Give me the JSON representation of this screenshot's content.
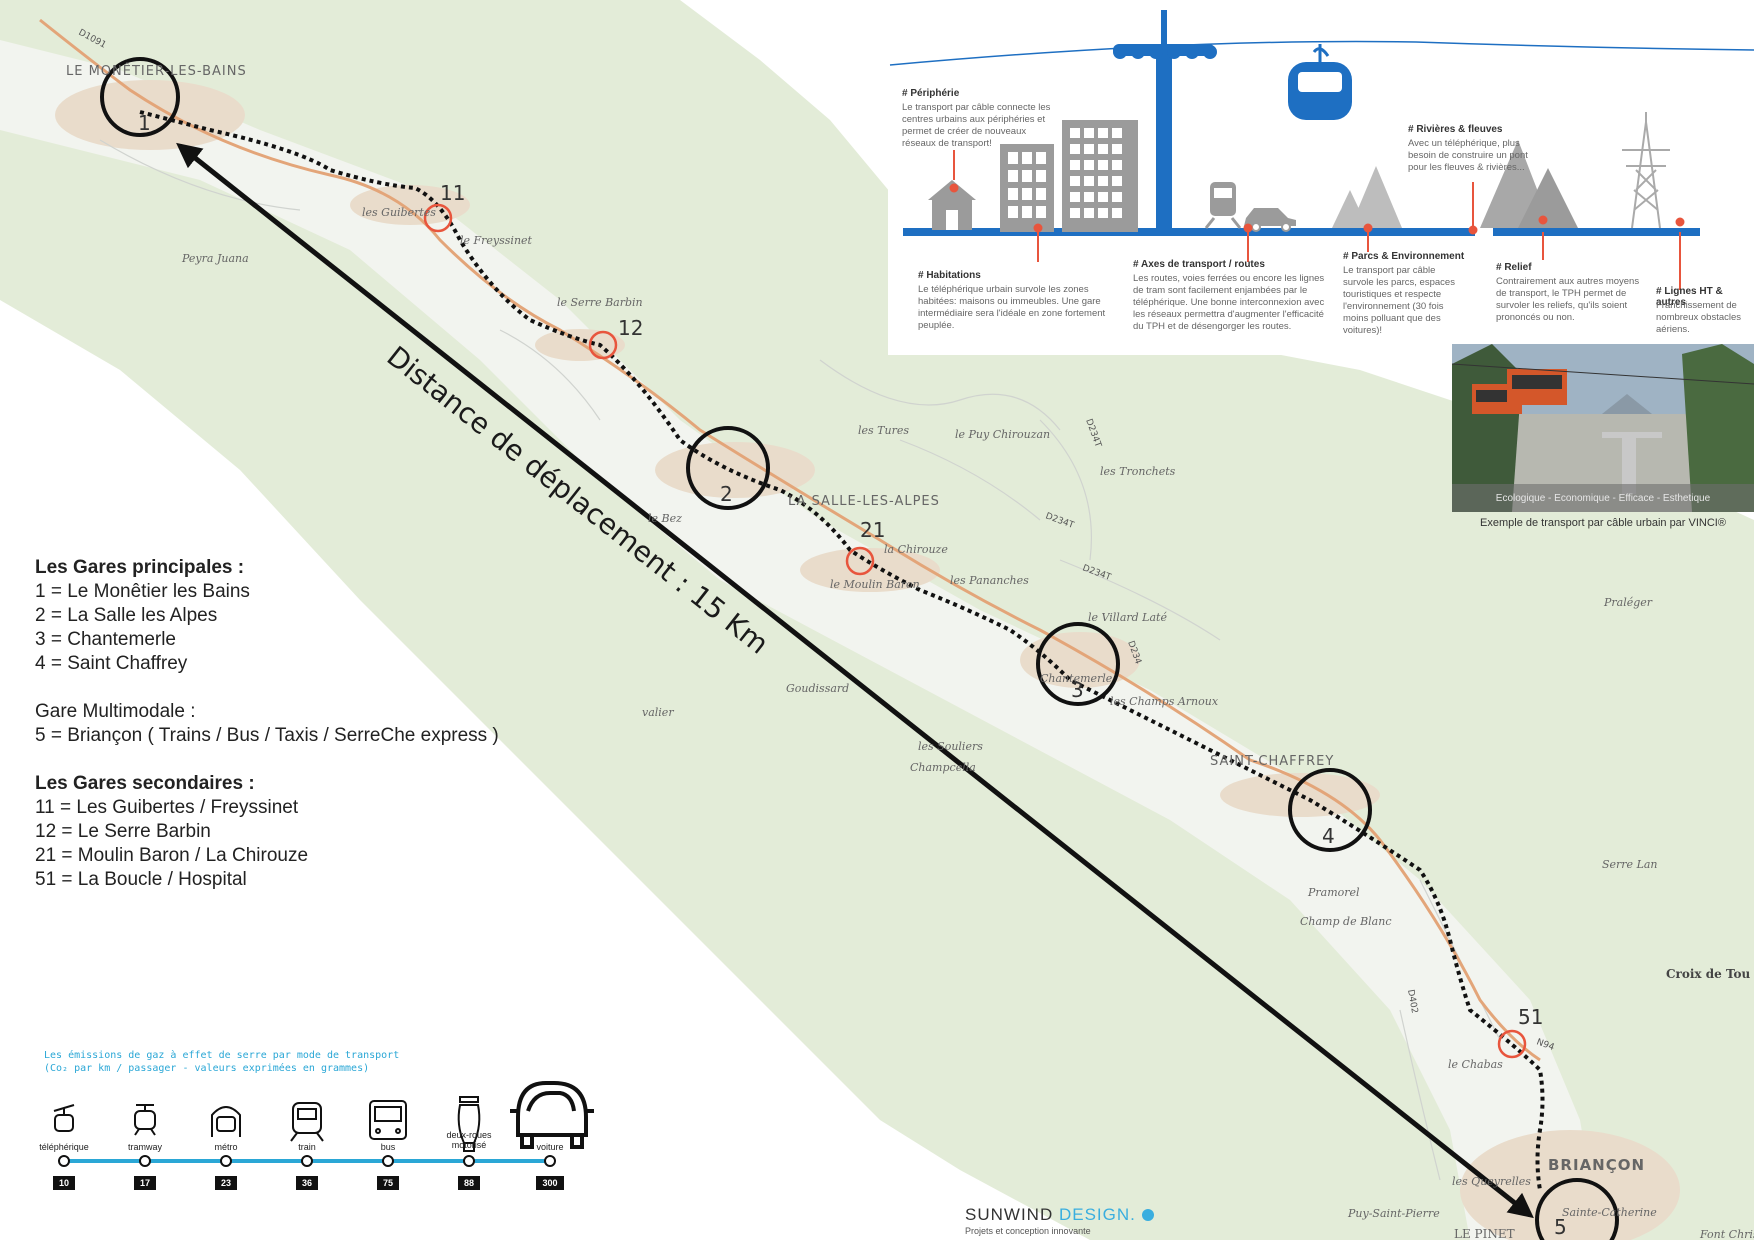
{
  "map": {
    "towns": [
      "LE MONÊTIER-LES-BAINS",
      "LA SALLE-LES-ALPES",
      "SAINT-CHAFFREY",
      "BRIANÇON"
    ],
    "places": [
      "Peyra Juana",
      "les Guibertes",
      "le Freyssinet",
      "le Serre Barbin",
      "les Tures",
      "le Puy Chirouzan",
      "les Tronchets",
      "la Chirouze",
      "le Moulin Baron",
      "les Pananches",
      "le Villard Laté",
      "Goudissard",
      "Chantemerle",
      "les Champs Arnoux",
      "les Souliers",
      "Champcella",
      "Pramorel",
      "Champ de Blanc",
      "Serre Lan",
      "Croix de Tou",
      "le Chabas",
      "les Queyrelles",
      "Sainte-Catherine",
      "Puy-Saint-Pierre",
      "LE PINET",
      "Font Christ",
      "Praléger",
      "valier",
      "le Bez"
    ],
    "roads": [
      "D1091",
      "D234T",
      "D234T",
      "D234T",
      "D234",
      "D402",
      "N94"
    ],
    "stations_main": [
      "1",
      "2",
      "3",
      "4",
      "5"
    ],
    "stations_secondary": [
      "11",
      "12",
      "21",
      "51"
    ],
    "distance_label": "Distance de déplacement : 15 Km"
  },
  "legend": {
    "main_title": "Les Gares principales :",
    "main_items": [
      "1 = Le Monêtier les Bains",
      "2 = La Salle les Alpes",
      "3 = Chantemerle",
      "4 = Saint Chaffrey"
    ],
    "multi_title": "Gare Multimodale :",
    "multi_item": "5 = Briançon ( Trains / Bus / Taxis / SerreChe express )",
    "secondary_title": "Les Gares secondaires :",
    "secondary_items": [
      "11 = Les Guibertes / Freyssinet",
      "12 = Le Serre Barbin",
      "21 = Moulin Baron / La Chirouze",
      "51 = La Boucle / Hospital"
    ]
  },
  "infographic": {
    "peripherie": {
      "title": "# Périphérie",
      "text": "Le transport par câble connecte les centres urbains aux périphéries et permet de créer de nouveaux réseaux de transport!"
    },
    "habitations": {
      "title": "# Habitations",
      "text": "Le téléphérique urbain survole les zones habitées: maisons ou immeubles. Une gare intermédiaire sera l'idéale en zone fortement peuplée."
    },
    "axes": {
      "title": "# Axes de transport / routes",
      "text": "Les routes, voies ferrées ou encore les lignes de tram sont facilement enjambées par le téléphérique. Une bonne interconnexion avec les réseaux permettra d'augmenter l'efficacité du TPH et de désengorger les routes."
    },
    "rivieres": {
      "title": "# Rivières & fleuves",
      "text": "Avec un téléphérique, plus besoin de construire un pont pour les fleuves & rivières..."
    },
    "parcs": {
      "title": "# Parcs & Environnement",
      "text": "Le transport par câble survole les parcs, espaces touristiques et respecte l'environnement (30 fois moins polluant que des voitures)!"
    },
    "relief": {
      "title": "# Relief",
      "text": "Contrairement aux autres moyens de transport, le TPH permet de survoler les reliefs, qu'ils soient prononcés ou non."
    },
    "lignes": {
      "title": "# Lignes HT & autres",
      "text": "Franchissement de nombreux obstacles aériens."
    },
    "photo_caption": "Ecologique - Economique - Efficace - Esthetique",
    "photo_credit": "Exemple de transport par câble urbain par VINCI®"
  },
  "emissions": {
    "title_line1": "Les émissions de gaz à effet de serre par mode de transport",
    "title_line2": "(Co₂ par km / passager - valeurs exprimées en grammes)",
    "modes": [
      {
        "label": "téléphérique",
        "value": "10",
        "icon": "gondola-icon"
      },
      {
        "label": "tramway",
        "value": "17",
        "icon": "tram-icon"
      },
      {
        "label": "métro",
        "value": "23",
        "icon": "metro-icon"
      },
      {
        "label": "train",
        "value": "36",
        "icon": "train-icon"
      },
      {
        "label": "bus",
        "value": "75",
        "icon": "bus-icon"
      },
      {
        "label": "deux-roues motorisé",
        "value": "88",
        "icon": "scooter-icon"
      },
      {
        "label": "voiture",
        "value": "300",
        "icon": "car-icon"
      }
    ],
    "line_color": "#2aa7d6"
  },
  "logo": {
    "brand_a": "SUNWIND ",
    "brand_b": "DESIGN.",
    "tagline": "Projets et conception innovante"
  },
  "colors": {
    "station_secondary": "#e8553d",
    "route": "#111111",
    "valley": "#e9dccb",
    "terrain": "#e3ecd8",
    "cable_blue": "#1e6fc2",
    "pin_red": "#e8553d"
  }
}
